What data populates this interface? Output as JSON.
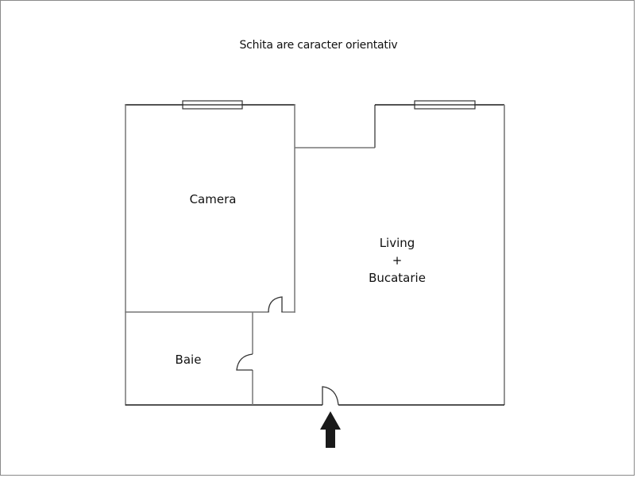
{
  "title": "Schita are caracter orientativ",
  "rooms": [
    {
      "name": "Camera"
    },
    {
      "name": "Living"
    },
    {
      "name": "Baie"
    }
  ],
  "living_label": {
    "line1": "Living",
    "line2": "+",
    "line3": "Bucatarie"
  },
  "colors": {
    "wall": "#1a1a1a",
    "wall_gray": "#888888",
    "frame": "#8a8a8a",
    "arrow": "#1a1a1a"
  },
  "entrance_arrow": "up-arrow"
}
